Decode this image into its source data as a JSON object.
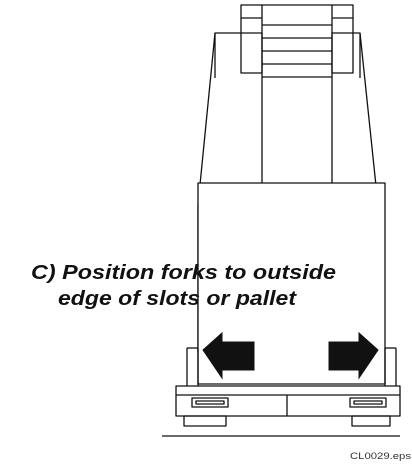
{
  "figure": {
    "caption": {
      "line1": "C) Position forks  to outside",
      "line2": "edge of slots or pallet"
    },
    "file_reference": "CL0029.eps"
  },
  "colors": {
    "stroke": "#111111",
    "arrow_fill": "#111111",
    "background": "#ffffff"
  },
  "icons": {
    "left_arrow": "arrow-left-icon",
    "right_arrow": "arrow-right-icon"
  }
}
